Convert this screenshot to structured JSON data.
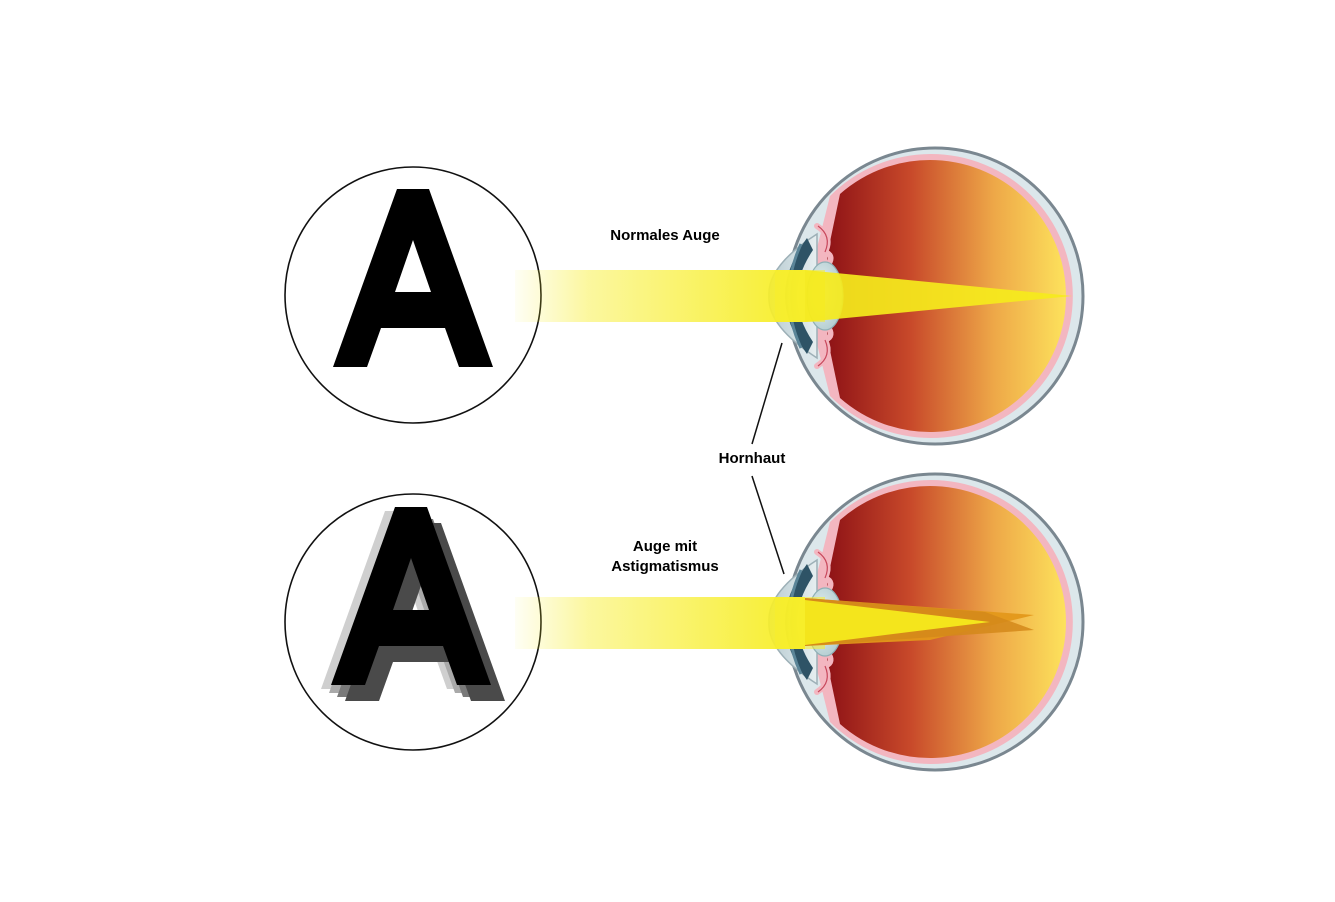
{
  "labels": {
    "normal_eye": "Normales Auge",
    "cornea": "Hornhaut",
    "astig_line1": "Auge mit",
    "astig_line2": "Astigmatismus"
  },
  "test_letter": "A",
  "colors": {
    "light_beam": "#f7ee2a",
    "retina_dark": "#9a1518",
    "retina_light": "#fbe45a",
    "sclera": "#dbe6ea",
    "eye_outline": "#7a8790",
    "pink_layer": "#f3b8c2",
    "lens": "#cfe3e6",
    "iris": "#2f5266"
  }
}
